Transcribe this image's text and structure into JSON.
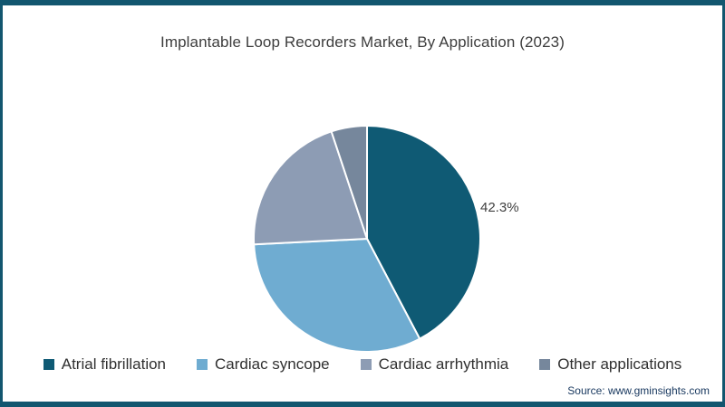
{
  "frame": {
    "border_color": "#12566F",
    "background_color": "#FFFFFF"
  },
  "header": {
    "title": "Implantable Loop Recorders Market, By Application (2023)"
  },
  "chart_data": {
    "type": "pie",
    "title": "Implantable Loop Recorders Market, By Application (2023)",
    "categories": [
      "Atrial fibrillation",
      "Cardiac syncope",
      "Cardiac arrhythmia",
      "Other applications"
    ],
    "values": [
      42.3,
      31.9,
      20.7,
      5.1
    ],
    "colors": [
      "#0F5A74",
      "#6FACD1",
      "#8D9CB4",
      "#76879C"
    ],
    "start_angle_deg_from_top": 0,
    "direction": "clockwise",
    "divider_color": "#FFFFFF",
    "data_labels": [
      "42.3%",
      "",
      "",
      ""
    ],
    "legend_position": "bottom"
  },
  "legend": {
    "items": [
      {
        "label": "Atrial fibrillation",
        "color": "#0F5A74"
      },
      {
        "label": "Cardiac syncope",
        "color": "#6FACD1"
      },
      {
        "label": "Cardiac arrhythmia",
        "color": "#8D9CB4"
      },
      {
        "label": "Other applications",
        "color": "#76879C"
      }
    ]
  },
  "footer": {
    "source": "Source: www.gminsights.com"
  }
}
